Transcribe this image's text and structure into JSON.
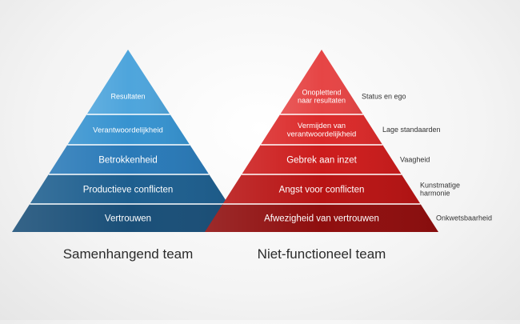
{
  "pyramids": [
    {
      "title": "Samenhangend team",
      "levels": [
        {
          "label": "Resultaten"
        },
        {
          "label": "Verantwoordelijkheid"
        },
        {
          "label": "Betrokkenheid"
        },
        {
          "label": "Productieve conflicten"
        },
        {
          "label": "Vertrouwen"
        }
      ],
      "colors": [
        "#4ea5dc",
        "#3793d0",
        "#2a7ab8",
        "#1e5f8f",
        "#1a4f78"
      ]
    },
    {
      "title": "Niet-functioneel team",
      "levels": [
        {
          "label": "Onoplettend\nnaar resultaten",
          "note": "Status en ego"
        },
        {
          "label": "Vermijden van\nverantwoordelijkheid",
          "note": "Lage standaarden"
        },
        {
          "label": "Gebrek aan inzet",
          "note": "Vaagheid"
        },
        {
          "label": "Angst voor conflicten",
          "note": "Kunstmatige\nharmonie"
        },
        {
          "label": "Afwezigheid van vertrouwen",
          "note": "Onkwetsbaarheid"
        }
      ],
      "colors": [
        "#e64545",
        "#db2a2a",
        "#cc1c1c",
        "#b81414",
        "#8f0e0e"
      ]
    }
  ]
}
